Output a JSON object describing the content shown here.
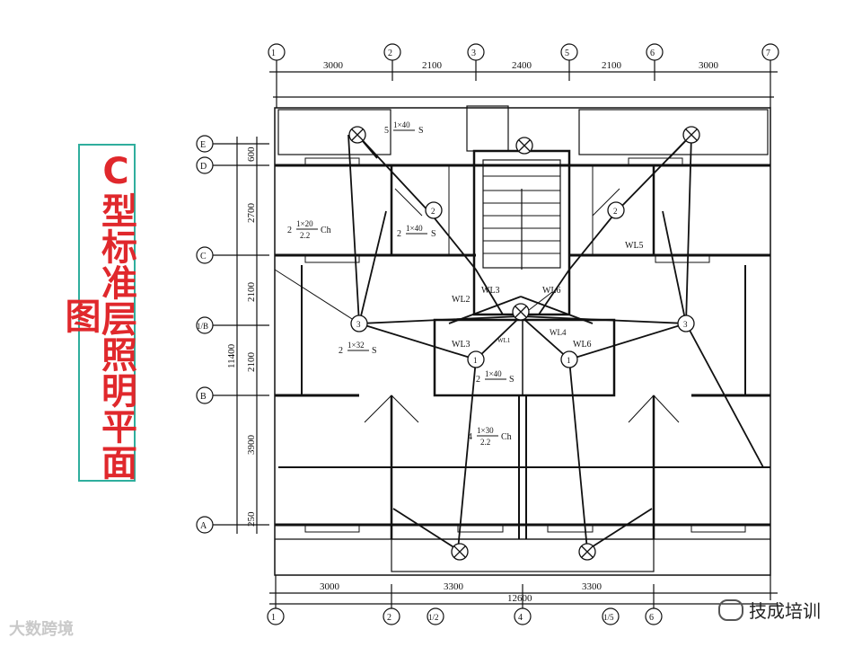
{
  "title": "C型标准层照明平面图",
  "axes_top": [
    "1",
    "2",
    "3",
    "5",
    "6",
    "7"
  ],
  "axes_bottom": [
    "1",
    "2",
    "1/2",
    "4",
    "1/5",
    "6"
  ],
  "axes_left": [
    "E",
    "D",
    "C",
    "1/B",
    "B",
    "A"
  ],
  "dims_top": [
    "3000",
    "2100",
    "2400",
    "2100",
    "3000"
  ],
  "dims_bottom": [
    "3000",
    "3300",
    "3300"
  ],
  "dim_bottom_total": "12600",
  "dims_left": [
    "600",
    "2700",
    "2100",
    "2100",
    "3900",
    "250"
  ],
  "dim_left_total": "11400",
  "circuits": {
    "wl1": "WL1",
    "wl2": "WL2",
    "wl3": "WL3",
    "wl4": "WL4",
    "wl5": "WL5",
    "wl6": "WL6"
  },
  "fixture_numbers": {
    "n1": "1",
    "n2": "2",
    "n3": "3"
  },
  "labels": {
    "l5_pre": "5",
    "l5_num": "1×40",
    "l5_suf": "S",
    "lch_pre": "2",
    "lch_num": "1×20",
    "lch_den": "2.2",
    "lch_suf": "Ch",
    "l2_pre": "2",
    "l2_num": "1×40",
    "l2_suf": "S",
    "l32_pre": "2",
    "l32_num": "1×32",
    "l32_suf": "S",
    "l240_pre": "2",
    "l240_num": "1×40",
    "l240_suf": "S",
    "l430_pre": "4",
    "l430_num": "1×30",
    "l430_den": "2.2",
    "l430_suf": "Ch"
  },
  "watermark_left": "大数跨境",
  "watermark_right": "技成培训"
}
